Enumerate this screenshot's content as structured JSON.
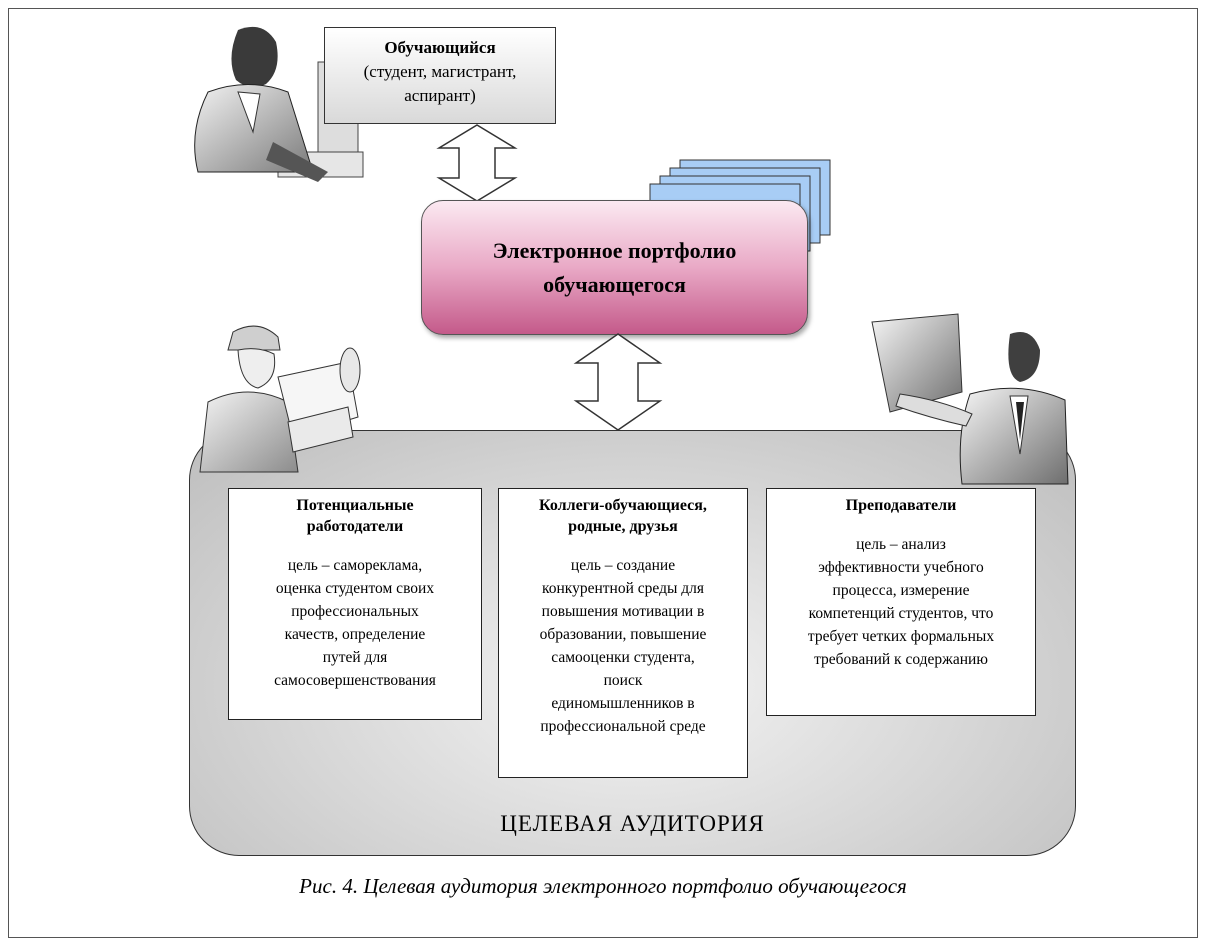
{
  "student": {
    "title": "Обучающийся",
    "subtitle_line1": "(студент, магистрант,",
    "subtitle_line2": "аспирант)"
  },
  "portfolio": {
    "line1": "Электронное портфолио",
    "line2": "обучающегося"
  },
  "cards": [
    {
      "title_line1": "Потенциальные",
      "title_line2": "работодатели",
      "lines": [
        "цель – самореклама,",
        "оценка студентом своих",
        "профессиональных",
        "качеств, определение",
        "путей для",
        "самосовершенствования"
      ]
    },
    {
      "title_line1": "Коллеги-обучающиеся,",
      "title_line2": "родные, друзья",
      "lines": [
        "цель – создание",
        "конкурентной среды для",
        "повышения мотивации в",
        "образовании, повышение",
        "самооценки студента,",
        "поиск",
        "единомышленников в",
        "профессиональной среде"
      ]
    },
    {
      "title_line1": "Преподаватели",
      "title_line2": "",
      "lines": [
        "цель – анализ",
        "эффективности учебного",
        "процесса, измерение",
        "компетенций студентов, что",
        "требует четких формальных",
        "требований к содержанию"
      ]
    }
  ],
  "audience_label": "ЦЕЛЕВАЯ АУДИТОРИЯ",
  "caption": "Рис. 4. Целевая аудитория электронного портфолио обучающегося",
  "colors": {
    "portfolio_fill": "#e9a9c6",
    "documents_fill": "#a8cdf5",
    "audience_fill": "#d6d6d6"
  },
  "icons": [
    "student-at-computer-icon",
    "engineer-with-blueprints-icon",
    "teacher-with-board-icon",
    "documents-stack-icon"
  ]
}
